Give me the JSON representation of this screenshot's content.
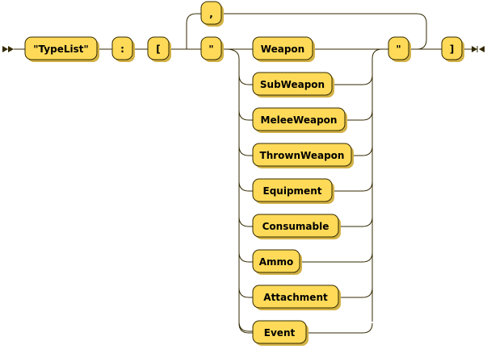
{
  "diagram": {
    "type": "railroad",
    "colors": {
      "terminal_fill": "#feda58",
      "terminal_shadow": "#d2b145",
      "line": "#332900",
      "background": "#ffffff"
    },
    "sequence": [
      "\"TypeList\"",
      ":",
      "["
    ],
    "loop_separator": ",",
    "open_quote": "\"",
    "choices": [
      "Weapon",
      "SubWeapon",
      "MeleeWeapon",
      "ThrownWeapon",
      "Equipment",
      "Consumable",
      "Ammo",
      "Attachment",
      "Event"
    ],
    "close_quote": "\"",
    "close_bracket": "]"
  }
}
